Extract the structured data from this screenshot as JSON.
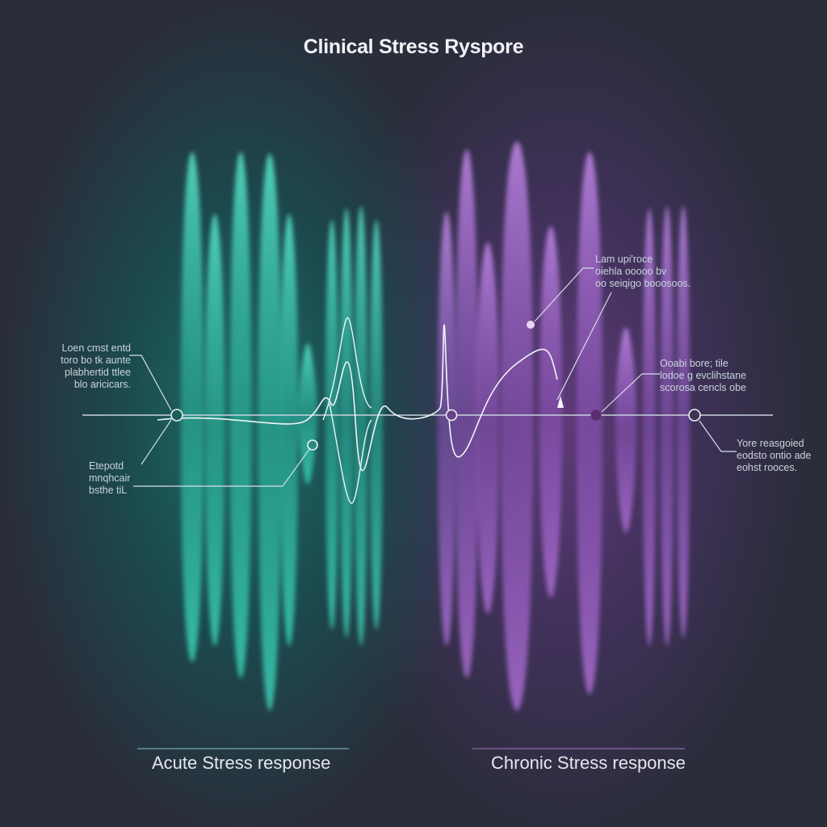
{
  "title": "Clinical Stress Ryspore",
  "colors": {
    "acute": "#3fe0c4",
    "chronic": "#b774e0",
    "background": "#2a2d3a"
  },
  "annotations": {
    "left_top": [
      "Loen cmst entd",
      "toro bo tk aunte",
      "plabhertid ttlee",
      "blo aricicars."
    ],
    "left_bottom": [
      "Etepotd",
      "mnqhcair",
      "bsthe tiL"
    ],
    "right_top": [
      "Lam upi'roce",
      "oiehla ooooo bv",
      "oo seiqigo booosoos."
    ],
    "right_middle": [
      "Ooabi bore; tile",
      "lodoe g evclihstane",
      "scorosa cencls obe"
    ],
    "right_bottom": [
      "Yore reasgoied",
      "eodsto ontio ade",
      "eohst rooces."
    ]
  },
  "labels": {
    "acute": "Acute Stress response",
    "chronic": "Chronic Stress response"
  }
}
